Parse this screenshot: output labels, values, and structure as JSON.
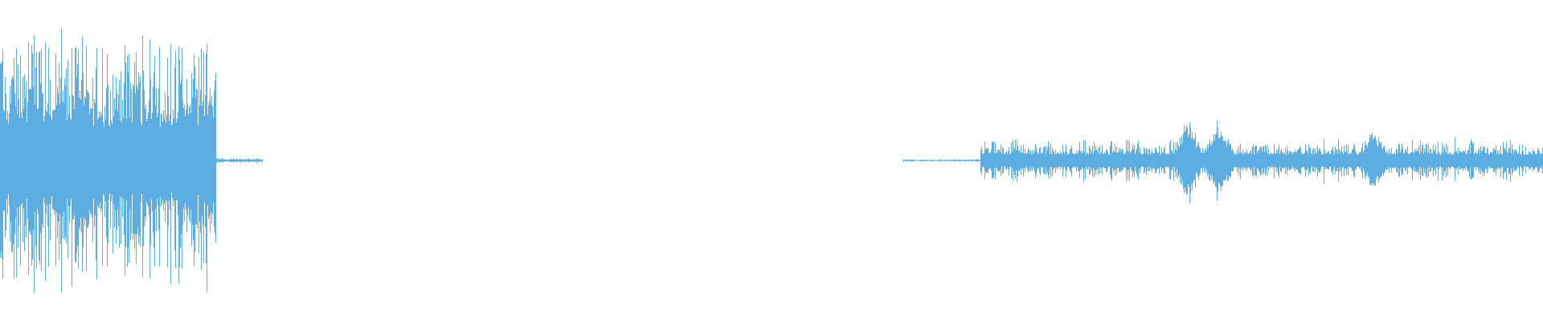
{
  "waveform": {
    "color": "#5dade2",
    "background": "#ffffff",
    "duration": 1.0,
    "segments": [
      {
        "name": "loud-burst",
        "start": 0.0,
        "end": 0.14,
        "amplitude": 0.86,
        "density": "dense"
      },
      {
        "name": "burst-tail",
        "start": 0.14,
        "end": 0.17,
        "amplitude": 0.02,
        "density": "dense"
      },
      {
        "name": "silence",
        "start": 0.17,
        "end": 0.585,
        "amplitude": 0.0,
        "density": "none"
      },
      {
        "name": "quiet-lead-in",
        "start": 0.585,
        "end": 0.635,
        "amplitude": 0.01,
        "density": "dense"
      },
      {
        "name": "quiet-texture",
        "start": 0.635,
        "end": 1.0,
        "amplitude": 0.16,
        "density": "dense"
      }
    ],
    "peaks": [
      {
        "t": 0.77,
        "amplitude": 0.3
      },
      {
        "t": 0.79,
        "amplitude": 0.3
      },
      {
        "t": 0.89,
        "amplitude": 0.22
      }
    ]
  }
}
